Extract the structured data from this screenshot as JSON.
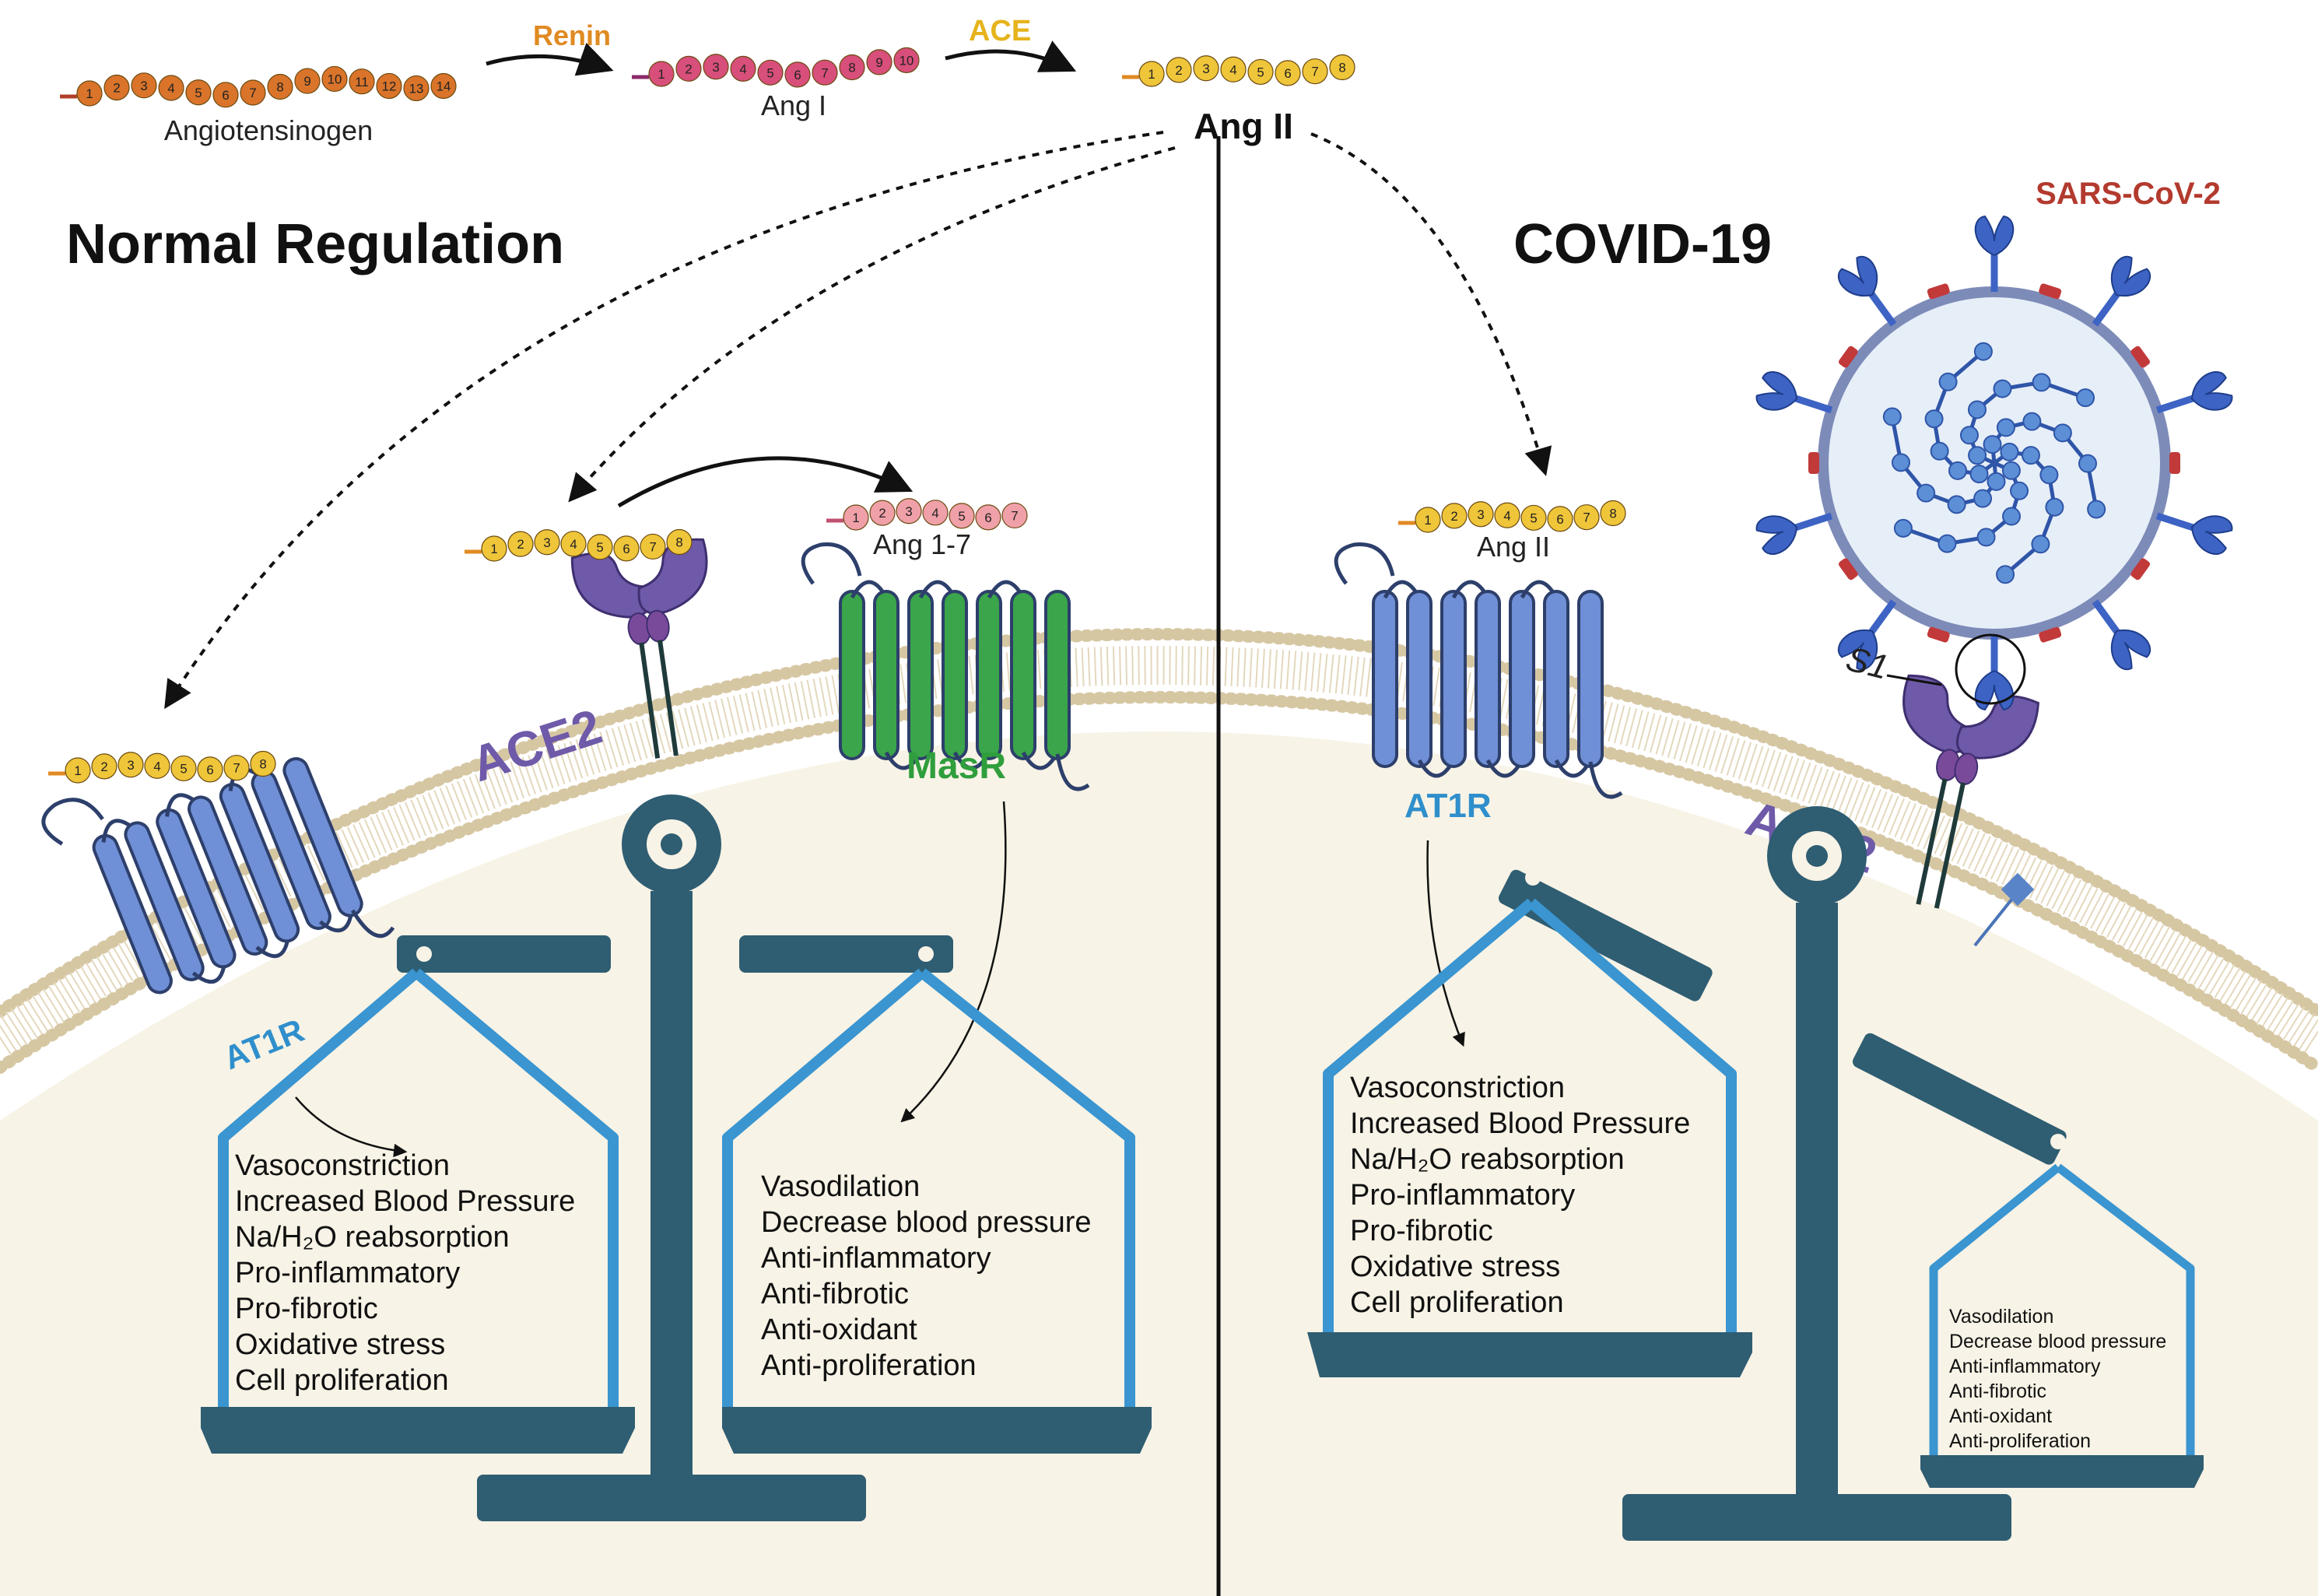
{
  "colors": {
    "cell_fill": "#f7f3e6",
    "membrane_bead": "#d6c7a3",
    "scale_dark": "#2f5d72",
    "pan_outline": "#3a95d0",
    "orange_bead": "#d9742a",
    "pink_bead": "#d74f7a",
    "yellow_bead": "#efc53a",
    "light_pink_bead": "#f0a0a8",
    "receptor_blue": "#6f8fd6",
    "receptor_dark": "#2d3f6b",
    "masr_green": "#3aa54a",
    "ace2_purple": "#6e5aa8",
    "virus_blue": "#3d63c4",
    "virus_red": "#c2393a",
    "renin_label": "#e08a22",
    "ace_label": "#e6b31c",
    "masr_label": "#2f9e3c",
    "at1r_label": "#2f8fcc",
    "sars_label": "#b33a2e"
  },
  "pathway": {
    "angiotensinogen": {
      "label": "Angiotensinogen",
      "beads": [
        "1",
        "2",
        "3",
        "4",
        "5",
        "6",
        "7",
        "8",
        "9",
        "10",
        "11",
        "12",
        "13",
        "14"
      ]
    },
    "renin": "Renin",
    "ang1": {
      "label": "Ang I",
      "beads": [
        "1",
        "2",
        "3",
        "4",
        "5",
        "6",
        "7",
        "8",
        "9",
        "10"
      ]
    },
    "ace": "ACE",
    "ang2": {
      "label": "Ang II",
      "beads": [
        "1",
        "2",
        "3",
        "4",
        "5",
        "6",
        "7",
        "8"
      ]
    }
  },
  "normal": {
    "title": "Normal Regulation",
    "ace2_label": "ACE2",
    "masr_label": "MasR",
    "at1r_label": "AT1R",
    "ang17_label": "Ang 1-7",
    "ang17_beads": [
      "1",
      "2",
      "3",
      "4",
      "5",
      "6",
      "7"
    ],
    "ang2_beads": [
      "1",
      "2",
      "3",
      "4",
      "5",
      "6",
      "7",
      "8"
    ],
    "left_pan": [
      "Vasoconstriction",
      "Increased Blood Pressure",
      "Na/H₂O reabsorption",
      "Pro-inflammatory",
      "Pro-fibrotic",
      "Oxidative stress",
      "Cell proliferation"
    ],
    "right_pan": [
      "Vasodilation",
      "Decrease blood pressure",
      "Anti-inflammatory",
      "Anti-fibrotic",
      "Anti-oxidant",
      "Anti-proliferation"
    ]
  },
  "covid": {
    "title": "COVID-19",
    "virus_label": "SARS-CoV-2",
    "s1_label": "S1",
    "ace2_label": "ACE2",
    "at1r_label": "AT1R",
    "ang2_label": "Ang II",
    "ang2_beads": [
      "1",
      "2",
      "3",
      "4",
      "5",
      "6",
      "7",
      "8"
    ],
    "left_pan": [
      "Vasoconstriction",
      "Increased Blood Pressure",
      "Na/H₂O reabsorption",
      "Pro-inflammatory",
      "Pro-fibrotic",
      "Oxidative stress",
      "Cell proliferation"
    ],
    "right_pan": [
      "Vasodilation",
      "Decrease blood pressure",
      "Anti-inflammatory",
      "Anti-fibrotic",
      "Anti-oxidant",
      "Anti-proliferation"
    ]
  }
}
